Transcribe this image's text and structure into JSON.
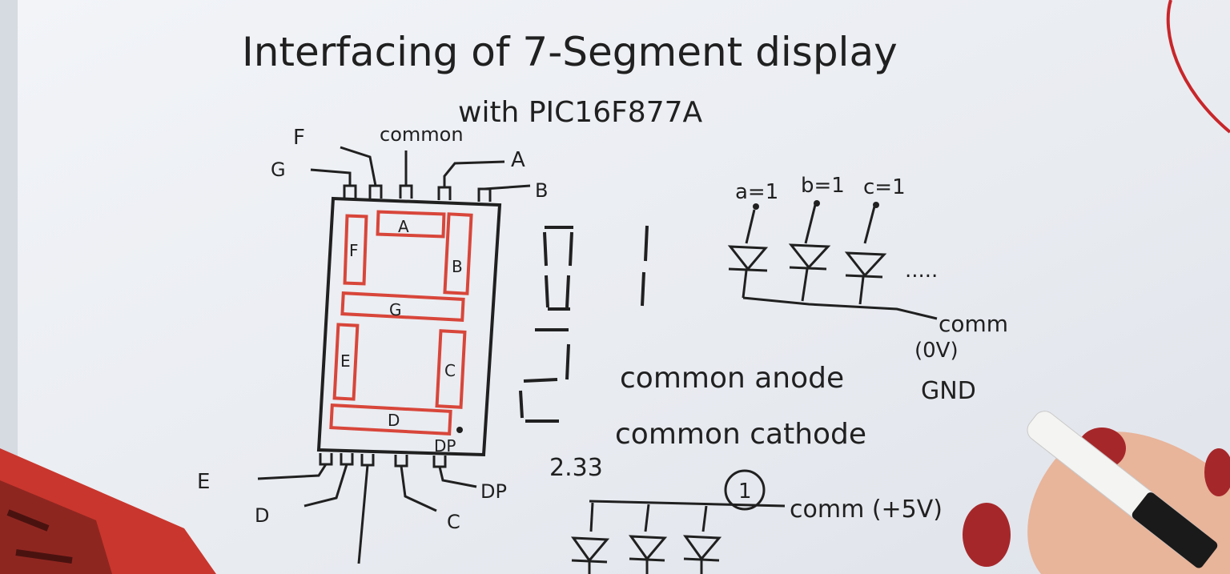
{
  "title": {
    "line1": "Interfacing of 7-Segment display",
    "line2": "with PIC16F877A"
  },
  "display_pins": {
    "top": [
      "G",
      "F",
      "common",
      "A",
      "B"
    ],
    "bottom": [
      "E",
      "D",
      "C",
      "DP"
    ]
  },
  "segments": [
    "A",
    "B",
    "C",
    "D",
    "E",
    "F",
    "G",
    "DP"
  ],
  "led_diagram": {
    "labels": [
      "a=1",
      "b=1",
      "c=1"
    ],
    "ellipsis": ".....",
    "comm": "comm",
    "ov": "(0V)",
    "gnd": "GND"
  },
  "display_types": {
    "anode": "common anode",
    "cathode": "common cathode"
  },
  "notes": {
    "timestamp": "2.33",
    "circled": "1",
    "comm_plus": "comm (+5V)"
  },
  "colors": {
    "paper": "#e9ecf1",
    "ink": "#202020",
    "segment_outline": "#d8463a"
  }
}
